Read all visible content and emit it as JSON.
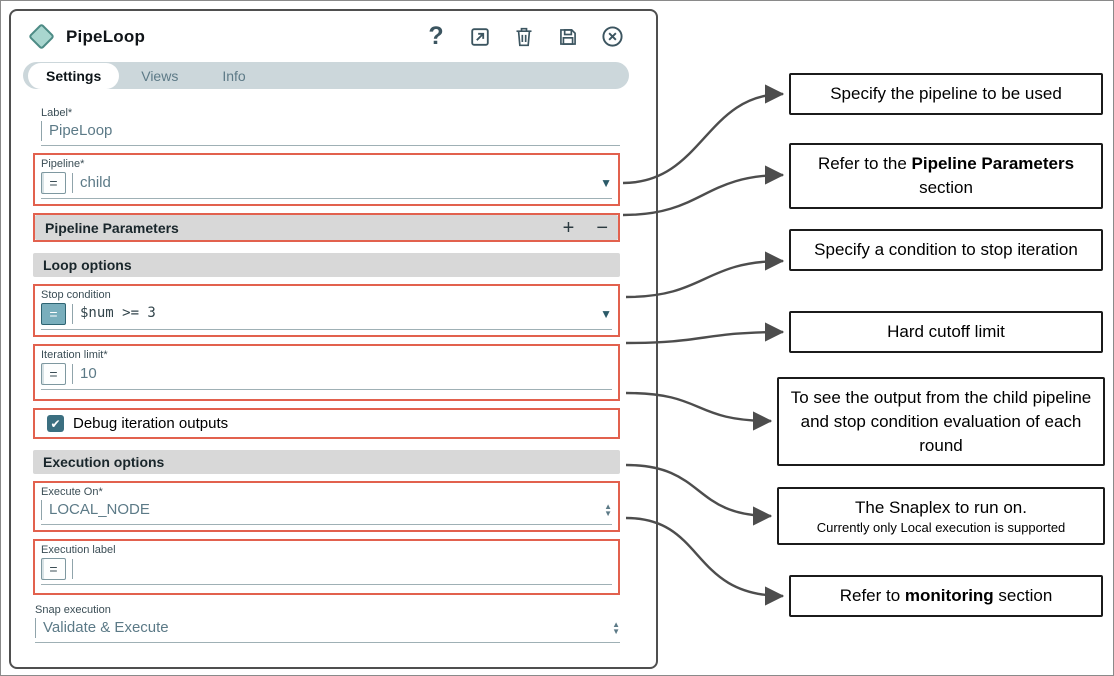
{
  "window": {
    "title": "PipeLoop"
  },
  "tabs": {
    "settings": "Settings",
    "views": "Views",
    "info": "Info"
  },
  "icons": {
    "help": "?",
    "caret_down": "▼",
    "spinner_up": "▲",
    "spinner_down": "▼",
    "check": "✔",
    "plus": "+",
    "minus": "−",
    "eq": "="
  },
  "form": {
    "label": {
      "label": "Label*",
      "value": "PipeLoop"
    },
    "pipeline": {
      "label": "Pipeline*",
      "value": "child"
    },
    "pipeline_parameters": {
      "title": "Pipeline Parameters"
    },
    "loop_options_title": "Loop options",
    "stop_condition": {
      "label": "Stop condition",
      "value": "$num >= 3"
    },
    "iteration_limit": {
      "label": "Iteration limit*",
      "value": "10"
    },
    "debug": {
      "label": "Debug iteration outputs",
      "checked": true
    },
    "execution_options_title": "Execution options",
    "execute_on": {
      "label": "Execute On*",
      "value": "LOCAL_NODE"
    },
    "execution_label": {
      "label": "Execution label",
      "value": ""
    },
    "snap_execution": {
      "label": "Snap execution",
      "value": "Validate & Execute"
    }
  },
  "annotations": [
    {
      "pre": "Specify the pipeline to be used",
      "bold": "",
      "post": "",
      "sub": ""
    },
    {
      "pre": "Refer to the ",
      "bold": "Pipeline Parameters",
      "post": " section",
      "sub": ""
    },
    {
      "pre": "Specify a condition to stop iteration",
      "bold": "",
      "post": "",
      "sub": ""
    },
    {
      "pre": "Hard cutoff limit",
      "bold": "",
      "post": "",
      "sub": ""
    },
    {
      "pre": "To see the output from the child pipeline and stop condition evaluation of each round",
      "bold": "",
      "post": "",
      "sub": ""
    },
    {
      "pre": "The Snaplex to run on.",
      "bold": "",
      "post": "",
      "sub": "Currently only Local execution is supported"
    },
    {
      "pre": "Refer to ",
      "bold": "monitoring",
      "post": " section",
      "sub": ""
    }
  ],
  "colors": {
    "accent_red": "#e2614e",
    "teal": "#3b6f80",
    "icon": "#3c5560",
    "arrow": "#4d4d4d"
  }
}
